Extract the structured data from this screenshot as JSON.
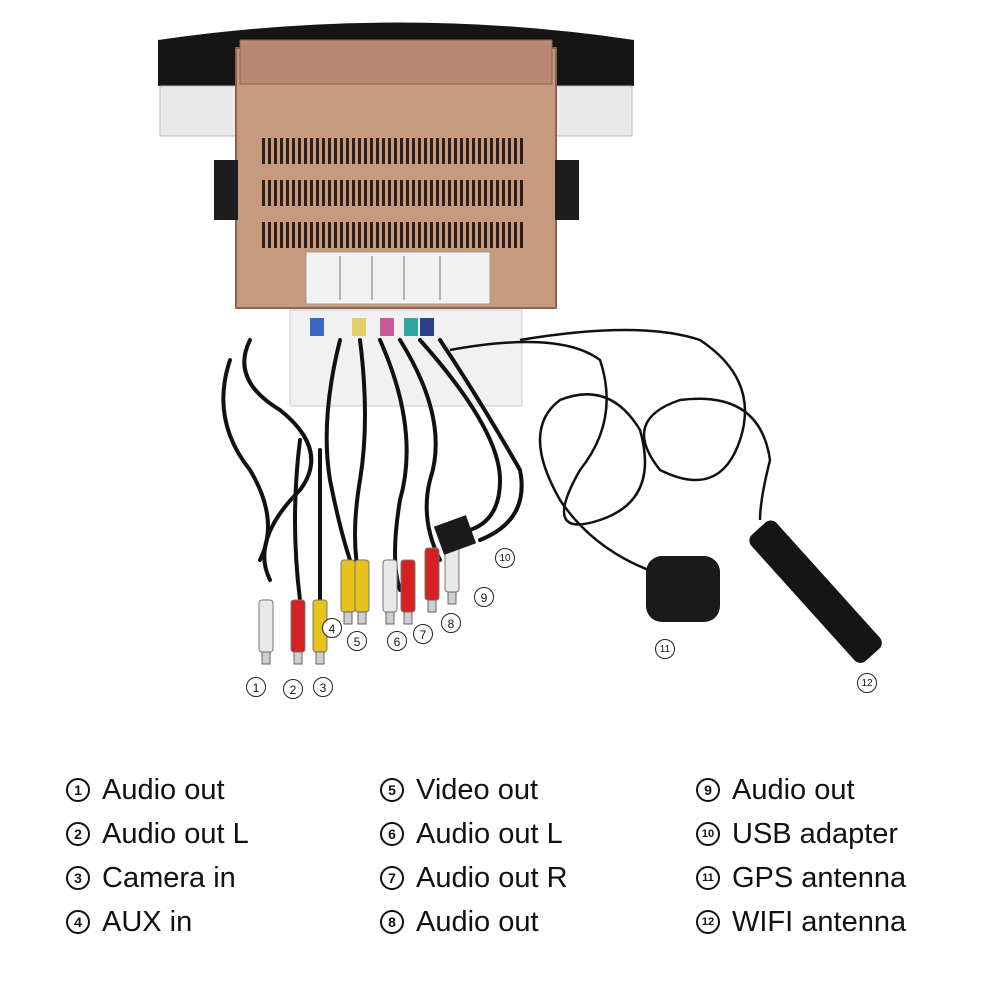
{
  "callouts": [
    {
      "number": "1",
      "label": "Audio out"
    },
    {
      "number": "2",
      "label": "Audio out L"
    },
    {
      "number": "3",
      "label": "Camera in"
    },
    {
      "number": "4",
      "label": "AUX in"
    },
    {
      "number": "5",
      "label": "Video out"
    },
    {
      "number": "6",
      "label": "Audio out L"
    },
    {
      "number": "7",
      "label": "Audio out R"
    },
    {
      "number": "8",
      "label": "Audio out"
    },
    {
      "number": "9",
      "label": "Audio out"
    },
    {
      "number": "10",
      "label": "USB adapter"
    },
    {
      "number": "11",
      "label": "GPS antenna"
    },
    {
      "number": "12",
      "label": "WIFI antenna"
    }
  ],
  "colors": {
    "case_copper": "#c79a80",
    "bezel_black": "#151515",
    "cable_black": "#111111",
    "rca_white": "#e8e8e8",
    "rca_red": "#d42222",
    "rca_yellow": "#e6c21a"
  }
}
